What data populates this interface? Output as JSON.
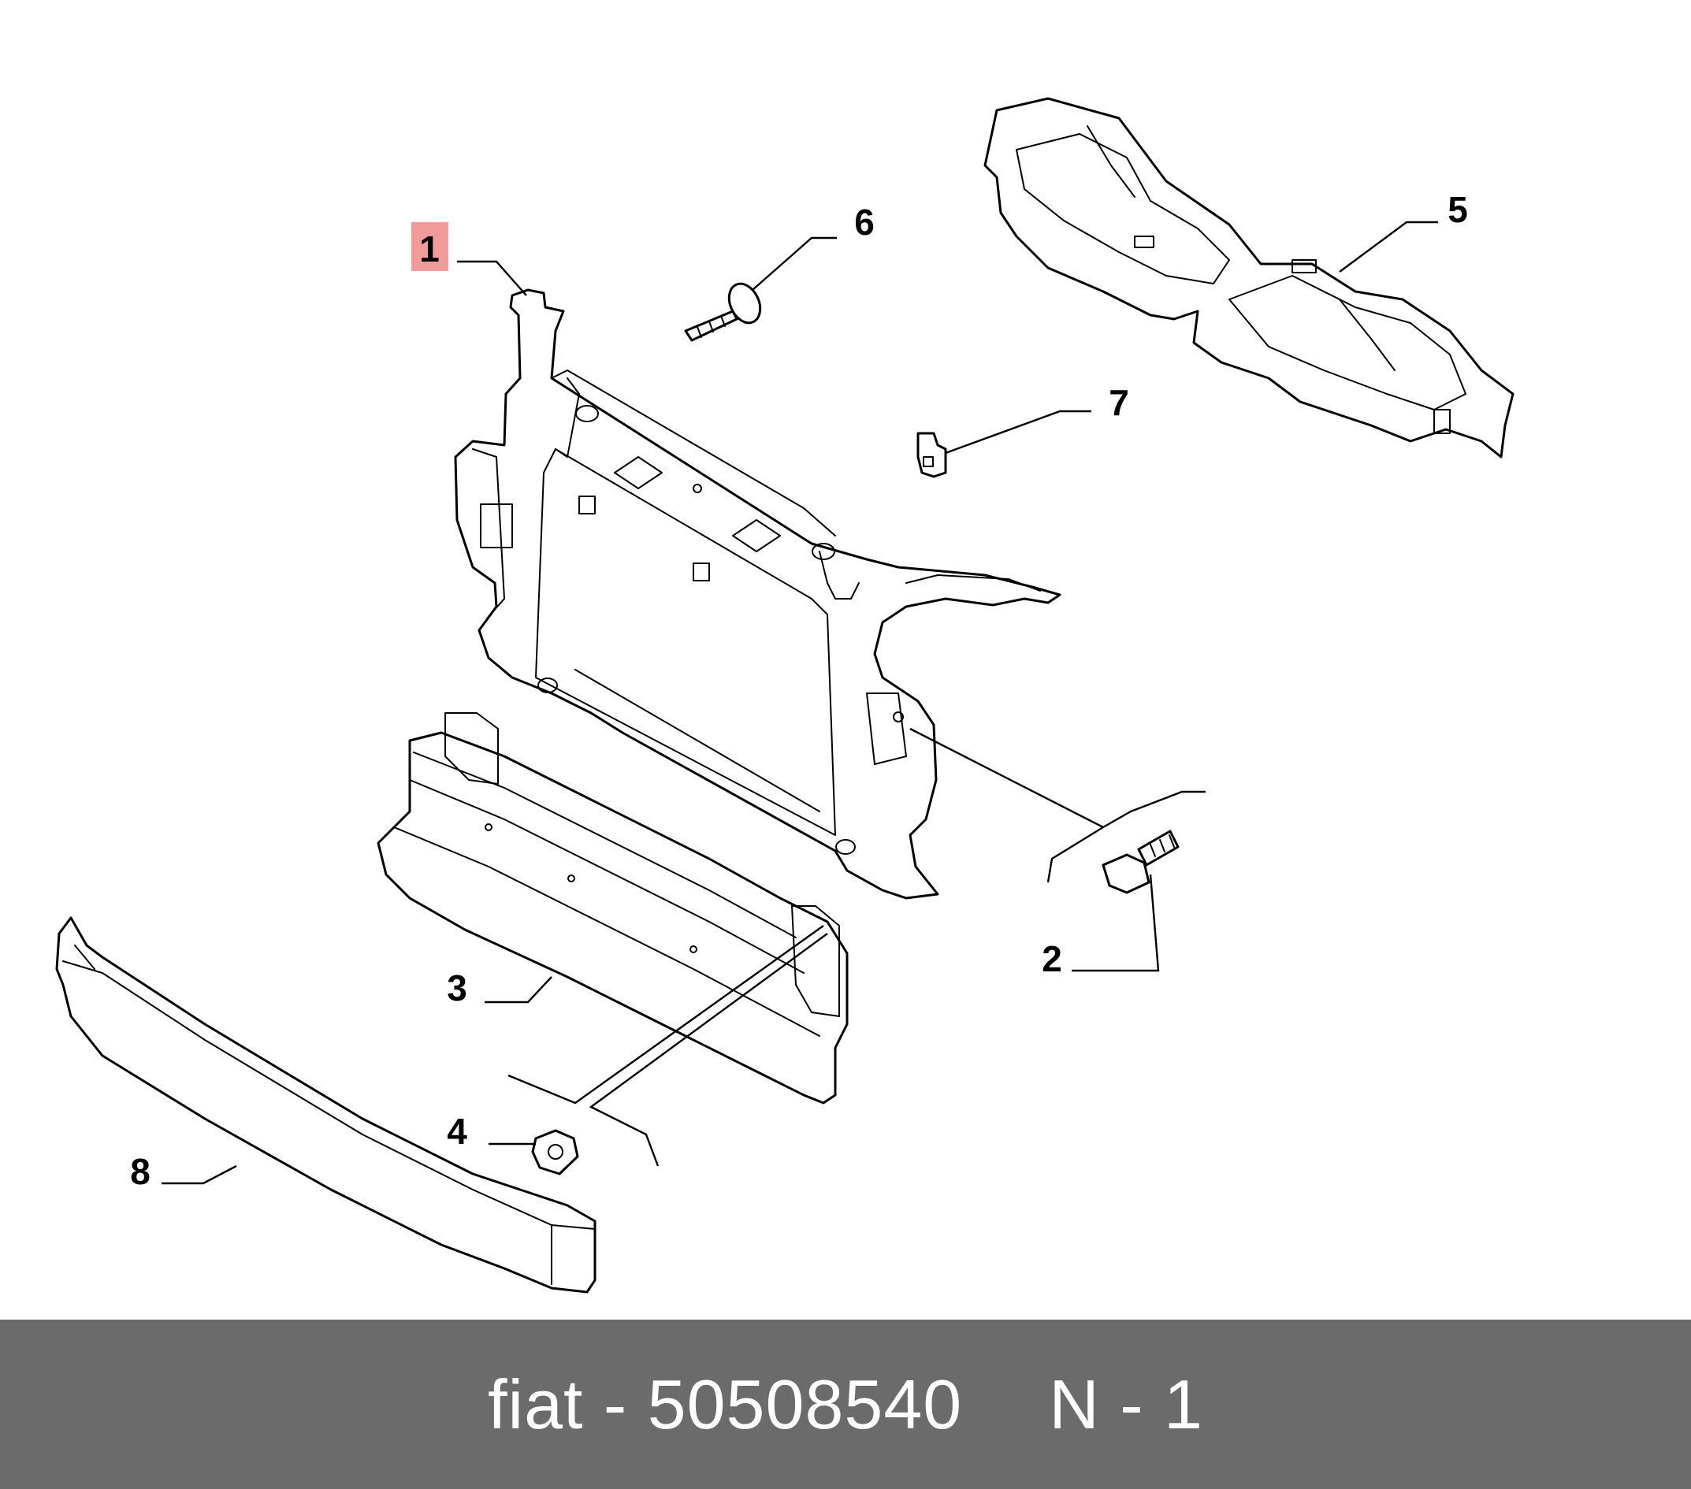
{
  "diagram": {
    "callouts": [
      {
        "id": "1",
        "label": "1",
        "highlighted": true
      },
      {
        "id": "2",
        "label": "2",
        "highlighted": false
      },
      {
        "id": "3",
        "label": "3",
        "highlighted": false
      },
      {
        "id": "4",
        "label": "4",
        "highlighted": false
      },
      {
        "id": "5",
        "label": "5",
        "highlighted": false
      },
      {
        "id": "6",
        "label": "6",
        "highlighted": false
      },
      {
        "id": "7",
        "label": "7",
        "highlighted": false
      },
      {
        "id": "8",
        "label": "8",
        "highlighted": false
      }
    ],
    "highlight_color": "#f08a8a"
  },
  "footer": {
    "part_number_text": "fiat - 50508540",
    "position_text": "N - 1",
    "background_color": "#6b6b6b"
  }
}
